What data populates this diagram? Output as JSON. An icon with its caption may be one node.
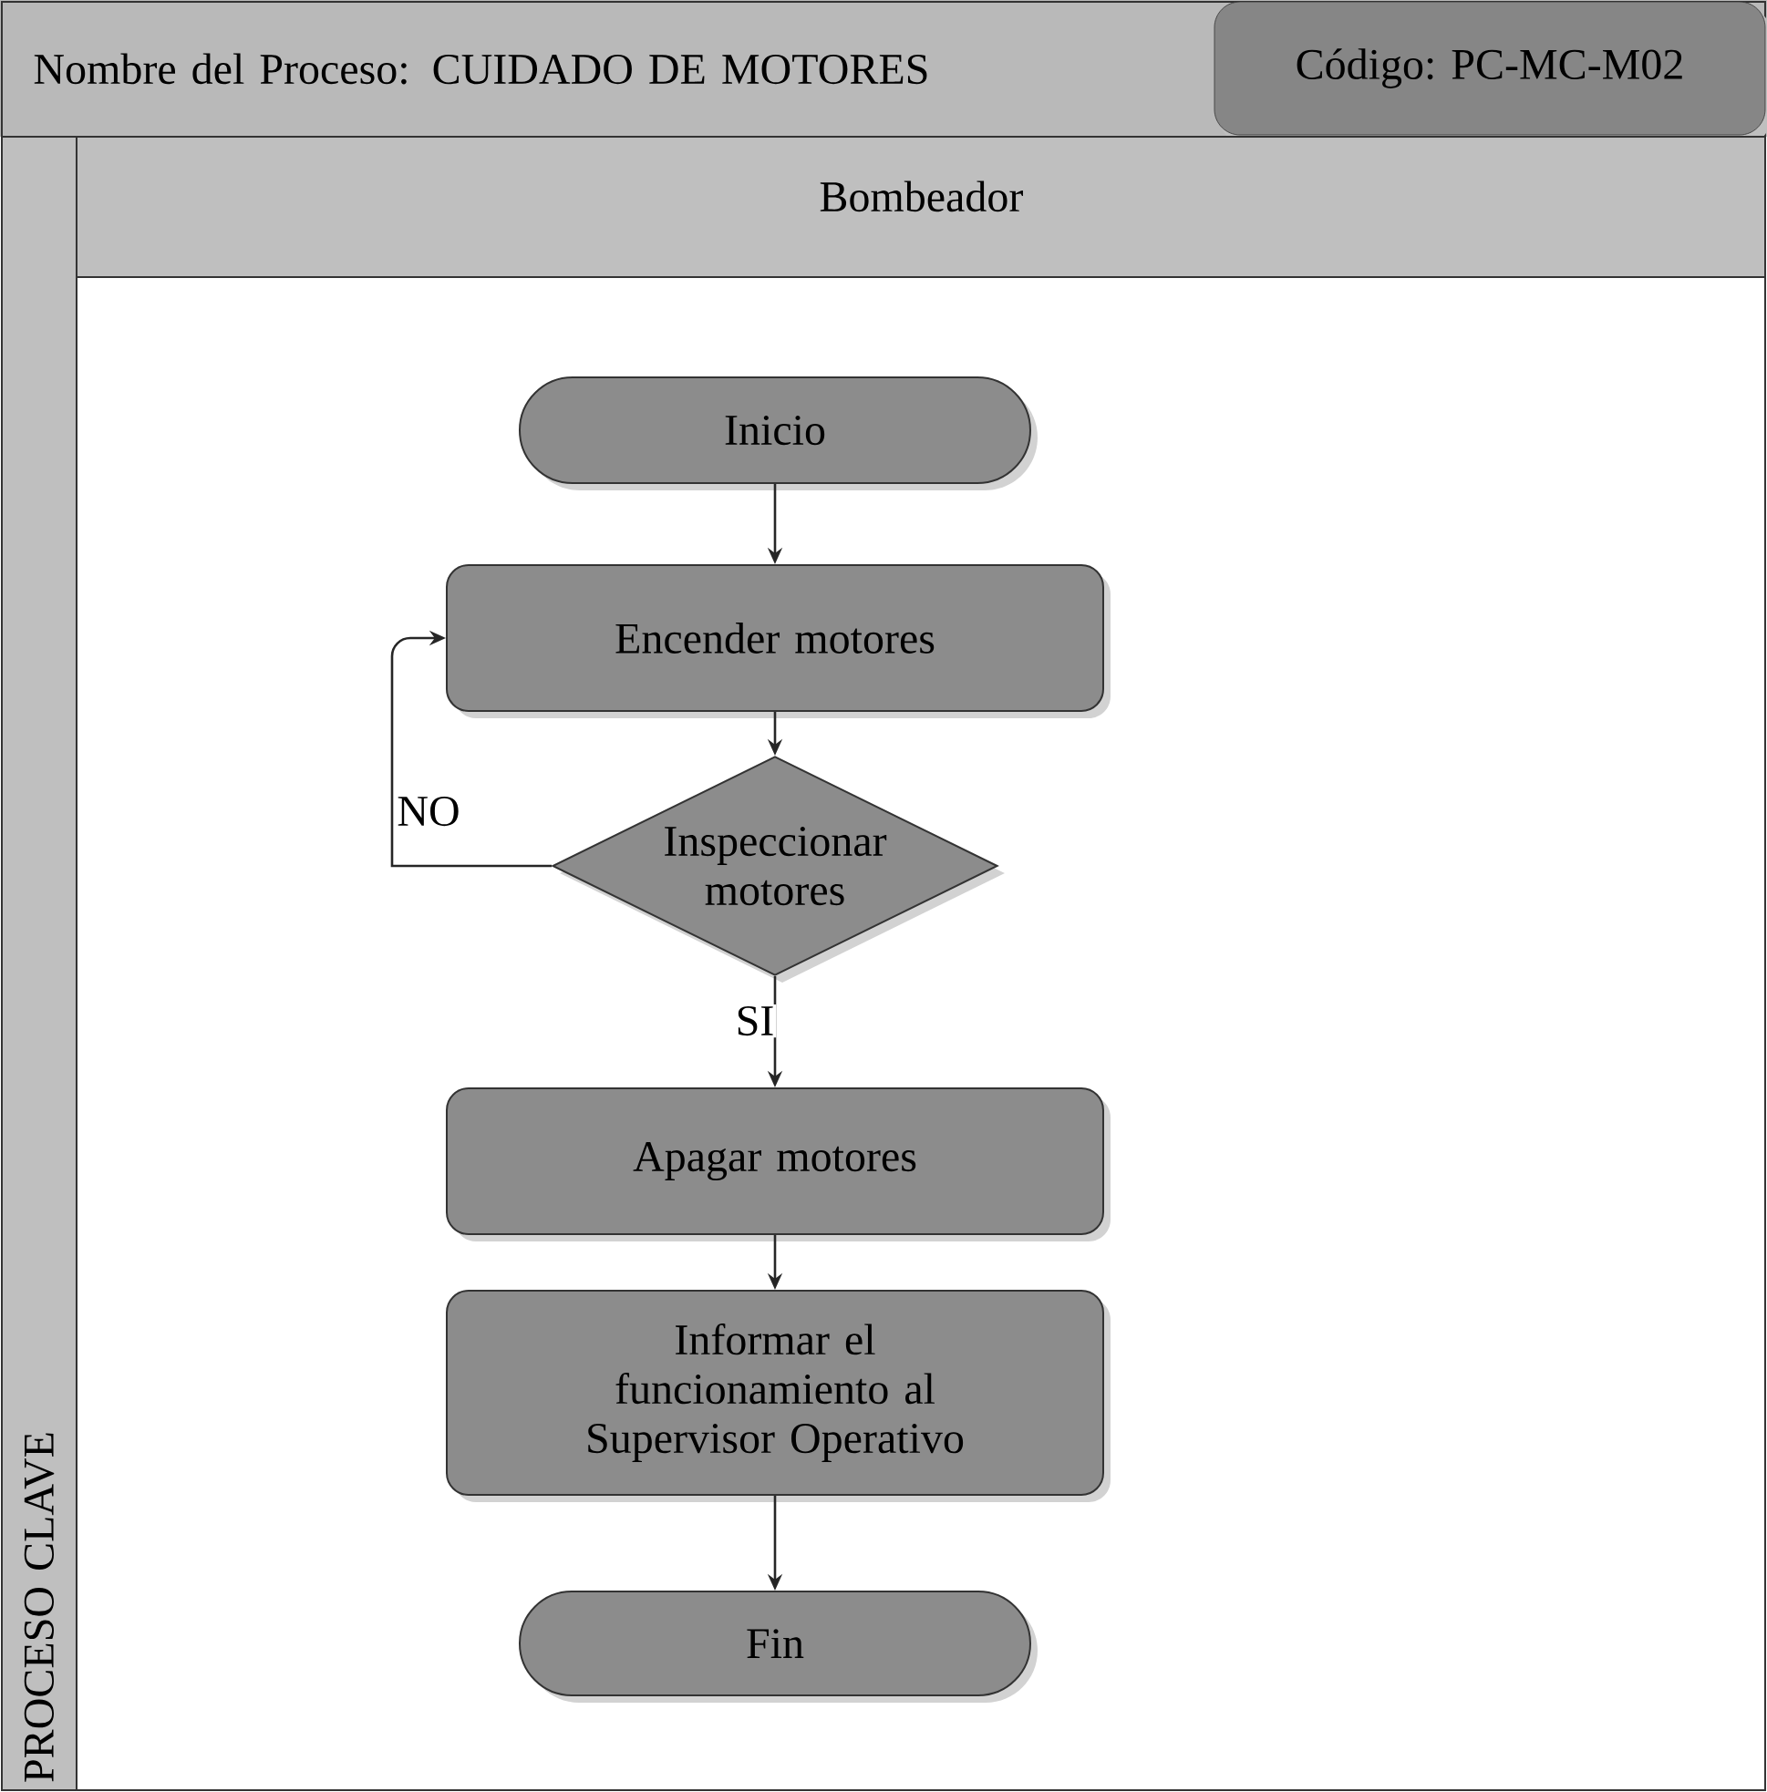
{
  "diagram": {
    "nodes": [
      {
        "text": [
          "Nombre del Proceso: CUIDADO DE MOTORES"
        ]
      },
      {
        "text": [
          "Código: PC-MC-M02"
        ],
        "in": 0
      },
      {
        "text": [
          "PROCESO CLAVE"
        ]
      },
      {
        "text": [
          "Bombeador"
        ]
      },
      {
        "text": [
          "Inicio"
        ],
        "in": 3
      },
      {
        "text": [
          "Encender motores"
        ],
        "in": 3
      },
      {
        "text": [
          "Inspeccionar motores"
        ],
        "in": 3
      },
      {
        "text": [
          "Apagar motores"
        ],
        "in": 3
      },
      {
        "text": [
          "Informar el funcionamiento al Supervisor Operativo"
        ],
        "in": 3
      },
      {
        "text": [
          "Fin"
        ],
        "in": 3
      }
    ],
    "edges": [
      {
        "from": 4,
        "to": 5,
        "arrow": "to"
      },
      {
        "from": 5,
        "to": 6,
        "arrow": "to"
      },
      {
        "from": 6,
        "to": 5,
        "arrow": "to",
        "label": "NO"
      },
      {
        "from": 6,
        "to": 7,
        "arrow": "to",
        "label": "SI"
      },
      {
        "from": 7,
        "to": 8,
        "arrow": "to"
      },
      {
        "from": 8,
        "to": 9,
        "arrow": "to"
      }
    ]
  }
}
